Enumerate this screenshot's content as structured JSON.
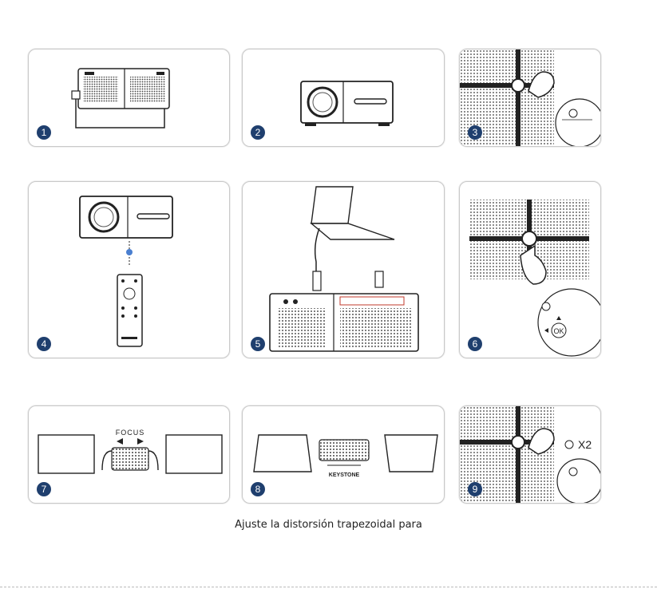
{
  "steps": [
    {
      "number": "1"
    },
    {
      "number": "2"
    },
    {
      "number": "3"
    },
    {
      "number": "4"
    },
    {
      "number": "5"
    },
    {
      "number": "6"
    },
    {
      "number": "7",
      "label": "FOCUS"
    },
    {
      "number": "8",
      "label": "KEYSTONE"
    },
    {
      "number": "9",
      "label": "X2"
    }
  ],
  "remote": {
    "ok_label": "OK"
  },
  "caption": "Ajuste la distorsión trapezoidal para",
  "colors": {
    "badge": "#1f3f6e",
    "border": "#c9c9c9",
    "line": "#222222"
  }
}
